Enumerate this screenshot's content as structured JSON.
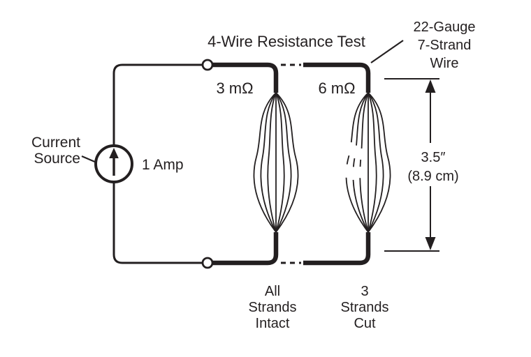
{
  "colors": {
    "ink": "#231f20",
    "background": "#ffffff"
  },
  "title": "4-Wire Resistance Test",
  "current_source": {
    "label_line1": "Current",
    "label_line2": "Source",
    "value": "1 Amp"
  },
  "wire_spec": {
    "line1": "22-Gauge",
    "line2": "7-Strand",
    "line3": "Wire"
  },
  "bundle_intact": {
    "resistance": "3 mΩ",
    "label_line1": "All",
    "label_line2": "Strands",
    "label_line3": "Intact"
  },
  "bundle_cut": {
    "resistance": "6 mΩ",
    "label_line1": "3",
    "label_line2": "Strands",
    "label_line3": "Cut"
  },
  "dimension": {
    "inches": "3.5″",
    "cm": "(8.9 cm)"
  }
}
